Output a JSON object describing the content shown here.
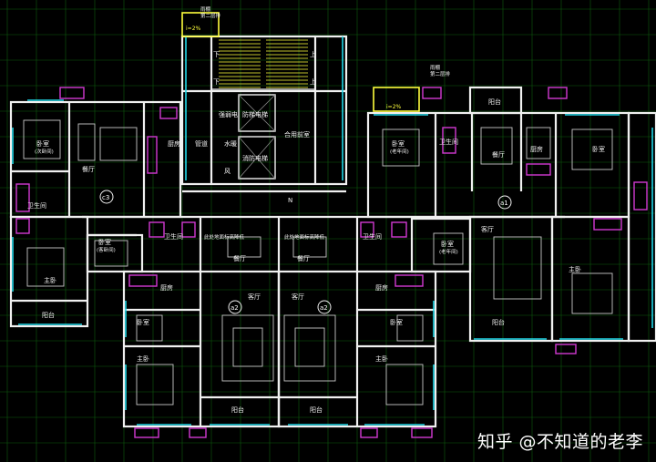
{
  "watermark": "知乎 @不知道的老李",
  "colors": {
    "background": "#000000",
    "grid": "#0d5c0d",
    "wall": "#f0f0f0",
    "window": "#21d6e6",
    "furniture": "#c8c8c8",
    "fixture": "#d23ad2",
    "annotation": "#ffff3c"
  },
  "stair": {
    "slope_left": "i=2%",
    "slope_right": "i=2%",
    "note_left": "雨棚",
    "note_left_2": "第二层排",
    "note_right": "雨棚",
    "note_right_2": "第二层排",
    "down_1": "下",
    "down_2": "下",
    "up_1": "上",
    "up_2": "上"
  },
  "core": {
    "electric_room": "强弱电",
    "water_room": "水暖",
    "shaft": "管道",
    "wind": "风",
    "lift_1": "防梯电梯",
    "lift_2": "消防电梯",
    "fire_room": "合用前室",
    "north": "N"
  },
  "unit_c3": {
    "bubble": "c3",
    "bedroom_secondary": "卧室",
    "bedroom_secondary_sub": "(次卧间)",
    "kitchen": "厨房",
    "dining": "餐厅",
    "bathroom": "卫生间",
    "master_bedroom": "主卧",
    "balcony": "阳台",
    "study": "卧室",
    "study_sub": "(客卧间)"
  },
  "unit_a2_left": {
    "bubble": "a2",
    "living": "客厅",
    "dining": "餐厅",
    "kitchen": "厨房",
    "bathroom": "卫生间",
    "bedroom": "卧室",
    "master_bedroom": "主卧",
    "balcony": "阳台",
    "note": "此处地面标高降低"
  },
  "unit_a2_right": {
    "bubble": "a2",
    "living": "客厅",
    "dining": "餐厅",
    "kitchen": "厨房",
    "bathroom": "卫生间",
    "bedroom": "卧室",
    "master_bedroom": "主卧",
    "balcony": "阳台",
    "note": "此处地面标高降低"
  },
  "unit_a1": {
    "bubble": "a1",
    "bedroom": "卧室",
    "bedroom_sub": "(老年间)",
    "bathroom": "卫生间",
    "dining": "餐厅",
    "kitchen": "厨房",
    "bedroom_far": "卧室",
    "living": "客厅",
    "bedroom_mid": "卧室",
    "bedroom_mid_sub": "(老年间)",
    "master_bedroom": "主卧",
    "balcony": "阳台",
    "balcony_top": "阳台"
  }
}
